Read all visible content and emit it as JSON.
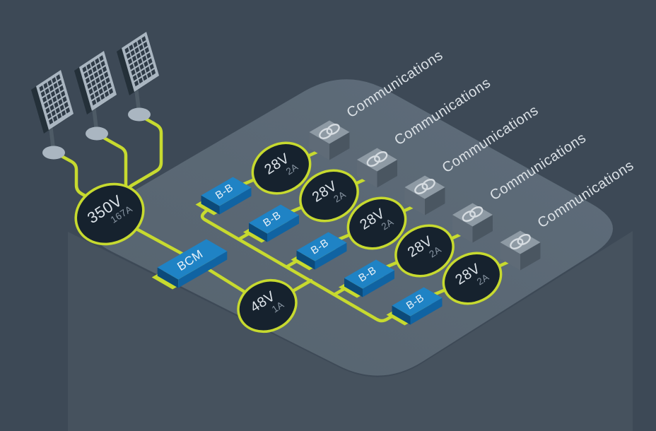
{
  "colors": {
    "background": "#3d4956",
    "platform": "#56636e",
    "platform_light": "#5f6d7b",
    "platform_side": "#46525e",
    "wire": "#c7da2f",
    "node_fill": "#16222e",
    "node_text": "#dde4ea",
    "node_subtext": "#8895a2",
    "block_top": "#1f83c5",
    "block_left": "#0c4a7a",
    "block_right": "#1063a2",
    "cube_top": "#8e9aa4",
    "cube_left": "#5f6b77",
    "cube_right": "#4a5661",
    "icon": "#d6dce1",
    "panel_face": "#aab6c1",
    "panel_cell": "#2e3a46",
    "panel_side": "#243039",
    "pole": "#4e5b66",
    "base": "#aab6c1",
    "text_light": "#dbe1e6"
  },
  "diagram": {
    "solar_array": {
      "panel_count": 3
    },
    "source_node": {
      "label": "350V",
      "sublabel": "167A"
    },
    "converter_block": {
      "label": "BCM"
    },
    "bus_node": {
      "label": "48V",
      "sublabel": "1A"
    },
    "branch_converter": {
      "label": "B-B"
    },
    "branch_node": {
      "label": "28V",
      "sublabel": "2A"
    },
    "endpoint": {
      "label": "Communications"
    },
    "branch_count": 5
  }
}
